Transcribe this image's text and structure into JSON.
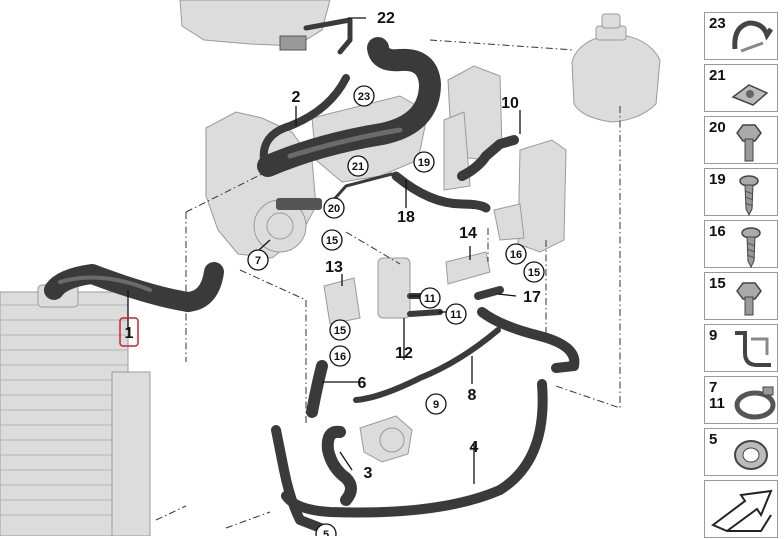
{
  "diagram": {
    "callouts": [
      {
        "id": "label-1",
        "text": "1"
      },
      {
        "id": "label-2",
        "text": "2"
      },
      {
        "id": "label-3",
        "text": "3"
      },
      {
        "id": "label-4",
        "text": "4"
      },
      {
        "id": "label-5",
        "text": "5"
      },
      {
        "id": "label-6",
        "text": "6"
      },
      {
        "id": "label-7",
        "text": "7"
      },
      {
        "id": "label-8",
        "text": "8"
      },
      {
        "id": "label-9",
        "text": "9"
      },
      {
        "id": "label-10",
        "text": "10"
      },
      {
        "id": "label-11a",
        "text": "11"
      },
      {
        "id": "label-11b",
        "text": "11"
      },
      {
        "id": "label-12",
        "text": "12"
      },
      {
        "id": "label-13",
        "text": "13"
      },
      {
        "id": "label-14",
        "text": "14"
      },
      {
        "id": "label-15a",
        "text": "15"
      },
      {
        "id": "label-15b",
        "text": "15"
      },
      {
        "id": "label-15c",
        "text": "15"
      },
      {
        "id": "label-16a",
        "text": "16"
      },
      {
        "id": "label-16b",
        "text": "16"
      },
      {
        "id": "label-17",
        "text": "17"
      },
      {
        "id": "label-18",
        "text": "18"
      },
      {
        "id": "label-19",
        "text": "19"
      },
      {
        "id": "label-20",
        "text": "20"
      },
      {
        "id": "label-21",
        "text": "21"
      },
      {
        "id": "label-22",
        "text": "22"
      },
      {
        "id": "label-23",
        "text": "23"
      }
    ],
    "selected_label": "1",
    "highlight_color": "#d0202a"
  },
  "legend": {
    "items": [
      {
        "label": "23",
        "icon": "clip-icon"
      },
      {
        "label": "21",
        "icon": "clip-nut-icon"
      },
      {
        "label": "20",
        "icon": "hex-bolt-icon"
      },
      {
        "label": "19",
        "icon": "torx-screw-icon"
      },
      {
        "label": "16",
        "icon": "torx-screw-icon"
      },
      {
        "label": "15",
        "icon": "hex-bolt-icon"
      },
      {
        "label": "9",
        "icon": "bracket-clip-icon"
      },
      {
        "label": "7\n11",
        "icon": "hose-clamp-icon"
      },
      {
        "label": "5",
        "icon": "clamp-icon"
      },
      {
        "label": "",
        "icon": "arrow-icon"
      }
    ]
  }
}
